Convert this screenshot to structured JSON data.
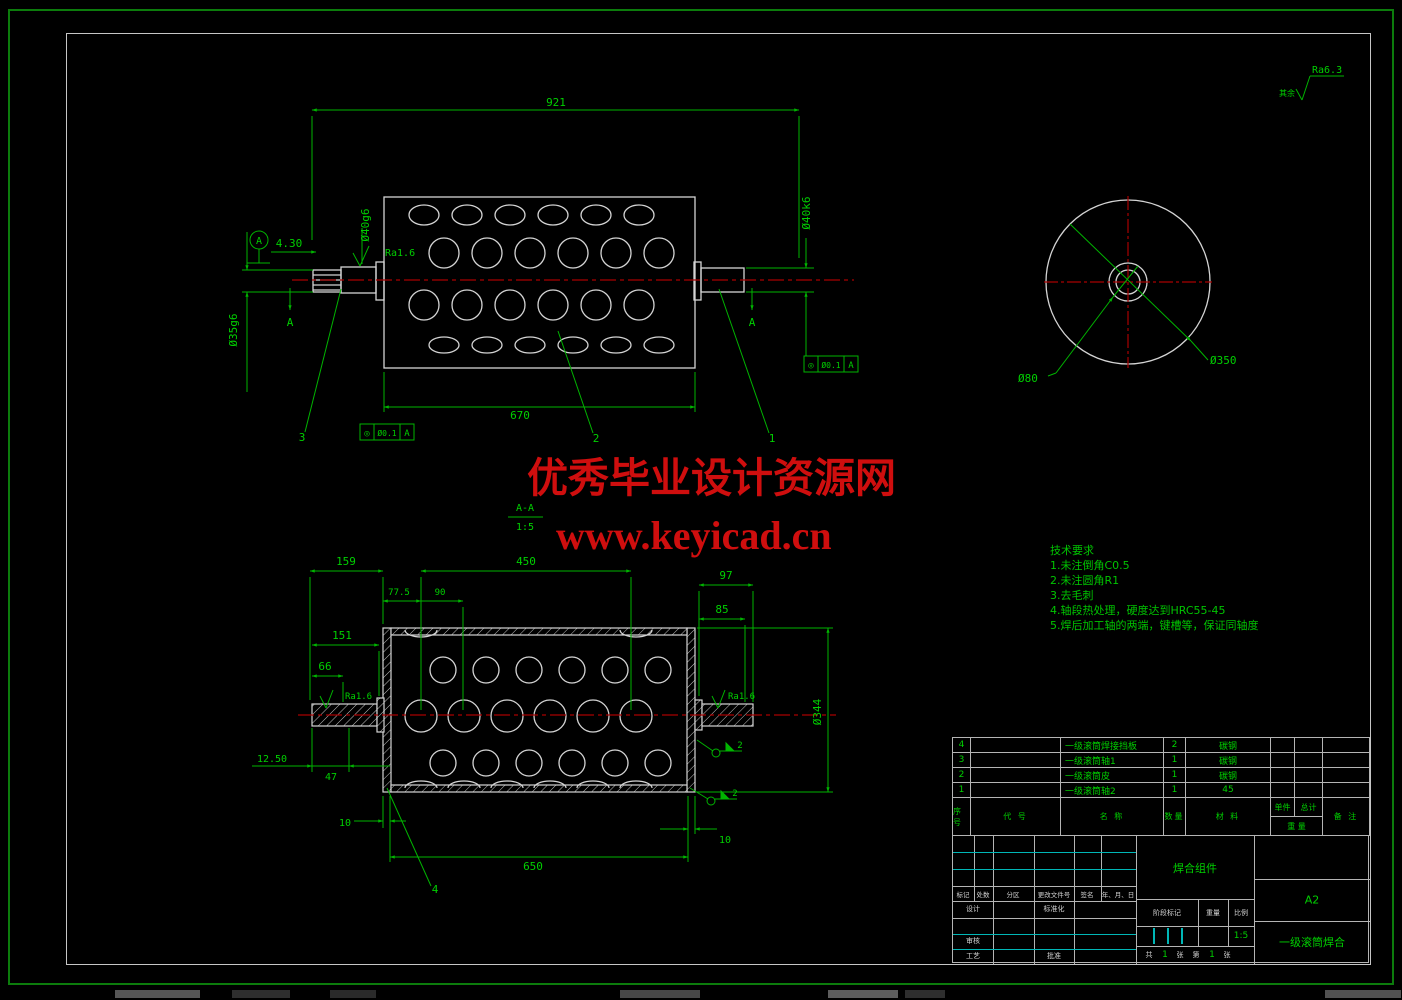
{
  "colors": {
    "line_green": "#00b400",
    "text_green": "#00d000",
    "centerline_red": "#a80000",
    "part_white": "#d4d4d4",
    "watermark_red": "#cf0e0e",
    "cyan": "#00b6b6"
  },
  "watermark": {
    "line1": "优秀毕业设计资源网",
    "line2": "www.keyicad.cn"
  },
  "surface_note": {
    "rest": "其余",
    "value": "Ra6.3"
  },
  "tech": {
    "title": "技术要求",
    "items": [
      "1.未注倒角C0.5",
      "2.未注圆角R1",
      "3.去毛刺",
      "4.轴段热处理，硬度达到HRC55-45",
      "5.焊后加工轴的两端，键槽等，保证同轴度"
    ]
  },
  "front_view": {
    "d921": "921",
    "d670": "670",
    "dia40k6": "Ø40k6",
    "dia40g6": "Ø40g6",
    "dia35g6": "Ø35g6",
    "d430": "4.30",
    "ra16": "Ra1.6",
    "datumA": "A",
    "secA": "A",
    "b1": "1",
    "b2": "2",
    "b3": "3",
    "gtol_sym": "◎",
    "gtol_tol": "Ø0.1",
    "gtol_datum": "A"
  },
  "side_view": {
    "dia80": "Ø80",
    "dia350": "Ø350"
  },
  "section_view": {
    "label": "A-A",
    "scale": "1:5",
    "d159": "159",
    "d450": "450",
    "d97": "97",
    "d85": "85",
    "d77": "77.5",
    "d90": "90",
    "d151": "151",
    "d66": "66",
    "d344": "Ø344",
    "d1250": "12.50",
    "d47": "47",
    "d10": "10",
    "d650": "650",
    "ra16": "Ra1.6",
    "weld2": "2",
    "b4": "4"
  },
  "parts": {
    "headers": {
      "no": "序号",
      "code": "代 号",
      "name": "名 称",
      "qty": "数量",
      "material": "材 料",
      "unit": "单件",
      "total": "总计",
      "weight": "重 量",
      "note": "备 注"
    },
    "rows": [
      {
        "no": "4",
        "code": "",
        "name": "一级滚筒焊接挡板",
        "qty": "2",
        "material": "碳钢",
        "note": ""
      },
      {
        "no": "3",
        "code": "",
        "name": "一级滚筒轴1",
        "qty": "1",
        "material": "碳钢",
        "note": ""
      },
      {
        "no": "2",
        "code": "",
        "name": "一级滚筒皮",
        "qty": "1",
        "material": "碳钢",
        "note": ""
      },
      {
        "no": "1",
        "code": "",
        "name": "一级滚筒轴2",
        "qty": "1",
        "material": "45",
        "note": ""
      }
    ]
  },
  "title_block": {
    "marks": [
      "标记",
      "处数",
      "分区",
      "更改文件号",
      "签名",
      "年、月、日"
    ],
    "design": "设计",
    "standardization": "标准化",
    "check": "审核",
    "process": "工艺",
    "approve": "批准",
    "stage_mark": "阶段标记",
    "weight": "重量",
    "scale_label": "比例",
    "scale_value": "1:5",
    "sheet_prefix": "共",
    "sheet_total": "1",
    "sheet_unit1": "张",
    "sheet_di": "第",
    "sheet_current": "1",
    "sheet_unit2": "张",
    "assembly_title": "焊合组件",
    "paper_size": "A2",
    "drawing_title": "一级滚筒焊合"
  }
}
